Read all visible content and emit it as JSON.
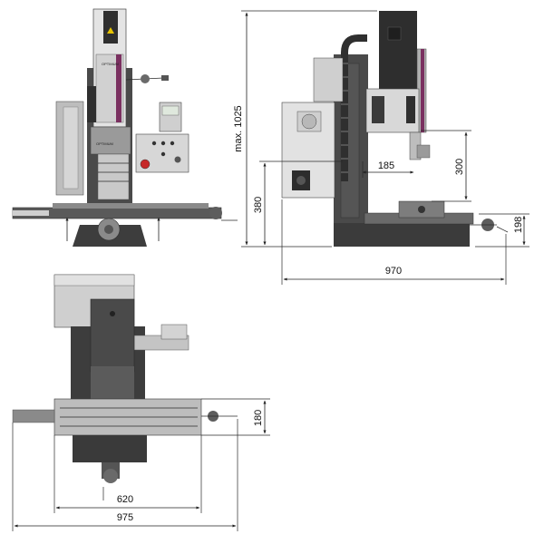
{
  "brand_label": "OPTIMUM",
  "colors": {
    "machine_dark": "#3b3b3b",
    "machine_mid": "#6a6a6a",
    "machine_light": "#c4c4c4",
    "accent": "#7a3060",
    "emergency_stop": "#c62828"
  },
  "views": {
    "front": {
      "dimensions": []
    },
    "side": {
      "dimensions": {
        "max_height": "max. 1025",
        "spindle_to_column": "185",
        "head_travel": "300",
        "table_height": "380",
        "table_to_base": "198",
        "overall_depth": "970"
      }
    },
    "top": {
      "dimensions": {
        "table_width": "180",
        "table_length": "620",
        "overall_width": "975"
      }
    }
  }
}
